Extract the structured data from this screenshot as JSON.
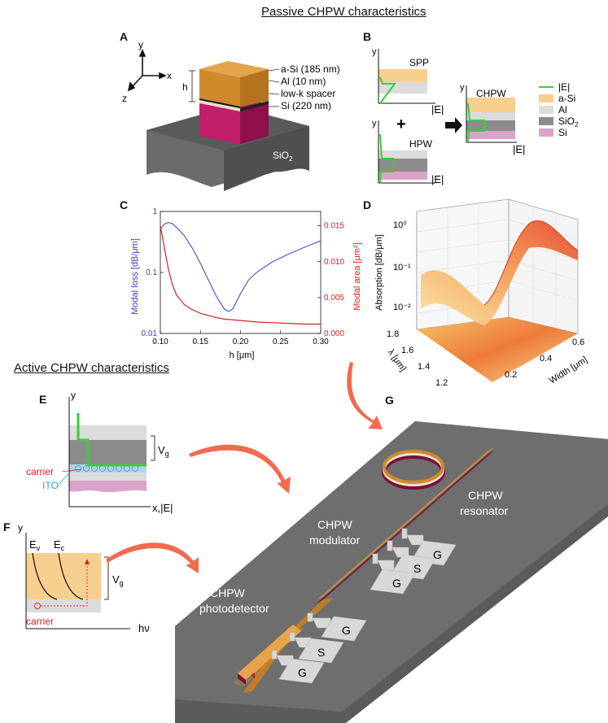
{
  "titles": {
    "passive": "Passive CHPW characteristics",
    "active": "Active CHPW characteristics"
  },
  "panel_letters": {
    "a": "A",
    "b": "B",
    "c": "C",
    "d": "D",
    "e": "E",
    "f": "F",
    "g": "G"
  },
  "panel_a": {
    "axis_x": "x",
    "axis_y": "y",
    "axis_z": "z",
    "height_label": "h",
    "layers": [
      "a-Si (185 nm)",
      "Al (10 nm)",
      "low-k spacer",
      "Si (220 nm)"
    ],
    "substrate": "SiO",
    "substrate_sub": "2"
  },
  "panel_b": {
    "spp": "SPP",
    "hpw": "HPW",
    "chpw": "CHPW",
    "plus": "+",
    "field_axis": "|E|",
    "axis_y": "y",
    "legend": [
      {
        "label": "|E|",
        "color": "#3ec93e"
      },
      {
        "label": "a-Si",
        "color": "#f7cf8f"
      },
      {
        "label": "Al",
        "color": "#dcdcdc"
      },
      {
        "label": "SiO",
        "sub": "2",
        "color": "#8c8c8c"
      },
      {
        "label": "Si",
        "color": "#dca3c9"
      }
    ]
  },
  "chart_data": [
    {
      "type": "line",
      "xlabel": "h [μm]",
      "ylabel_left": "Modal loss [dB/μm]",
      "ylabel_right": "Modal area [μm²]",
      "x_ticks": [
        "0.10",
        "0.15",
        "0.20",
        "0.25",
        "0.30"
      ],
      "y_left_ticks": [
        "1",
        "0.1",
        "0.01"
      ],
      "y_right_ticks": [
        "0.015",
        "0.010",
        "0.005",
        "0.000"
      ],
      "xlim": [
        0.1,
        0.3
      ],
      "ylim_left": [
        0.01,
        1
      ],
      "ylim_right": [
        0,
        0.017
      ],
      "series": [
        {
          "axis": "left",
          "color": "#3a3acf",
          "x": [
            0.1,
            0.105,
            0.11,
            0.115,
            0.12,
            0.13,
            0.14,
            0.15,
            0.16,
            0.17,
            0.18,
            0.185,
            0.19,
            0.2,
            0.21,
            0.22,
            0.24,
            0.26,
            0.28,
            0.3
          ],
          "y": [
            0.52,
            0.62,
            0.66,
            0.63,
            0.55,
            0.4,
            0.25,
            0.14,
            0.075,
            0.04,
            0.025,
            0.023,
            0.025,
            0.045,
            0.075,
            0.1,
            0.15,
            0.2,
            0.26,
            0.33
          ]
        },
        {
          "axis": "right",
          "color": "#d42020",
          "x": [
            0.1,
            0.105,
            0.11,
            0.115,
            0.12,
            0.13,
            0.14,
            0.15,
            0.16,
            0.17,
            0.18,
            0.2,
            0.22,
            0.24,
            0.26,
            0.28,
            0.3
          ],
          "y": [
            0.015,
            0.012,
            0.009,
            0.0068,
            0.0054,
            0.004,
            0.0033,
            0.0028,
            0.0025,
            0.0022,
            0.002,
            0.0018,
            0.0016,
            0.0015,
            0.0014,
            0.0013,
            0.0013
          ]
        }
      ]
    },
    {
      "type": "surface",
      "zlabel": "Absorption [dB/μm]",
      "xlabel": "Width [μm]",
      "ylabel": "λ [μm]",
      "z_ticks": [
        "10⁰",
        "10⁻¹",
        "10⁻²"
      ],
      "x_ticks": [
        "0.2",
        "0.4",
        "0.6"
      ],
      "y_ticks": [
        "1.2",
        "1.4",
        "1.6",
        "1.8"
      ]
    }
  ],
  "panel_e": {
    "axis_y": "y",
    "axis_x": "x,|E|",
    "voltage": "V",
    "voltage_sub": "g",
    "carrier": "carrier",
    "ito": "ITO"
  },
  "panel_f": {
    "axis_y": "y",
    "axis_x": "hν",
    "ev": "E",
    "ev_sub": "v",
    "ec": "E",
    "ec_sub": "c",
    "voltage": "V",
    "voltage_sub": "g",
    "carrier": "carrier"
  },
  "panel_g": {
    "resonator": [
      "CHPW",
      "resonator"
    ],
    "modulator": [
      "CHPW",
      "modulator"
    ],
    "photodetector": [
      "CHPW",
      "photodetector"
    ],
    "pads_top": [
      "G",
      "S",
      "G"
    ],
    "pads_bottom": [
      "G",
      "S",
      "G"
    ]
  },
  "colors": {
    "asi": "#f7cf8f",
    "al": "#dcdcdc",
    "sio2": "#8c8c8c",
    "si": "#dca3c9",
    "field": "#3ec93e",
    "loss": "#3a3acf",
    "area": "#d42020",
    "arrow": "#f26b4f"
  }
}
